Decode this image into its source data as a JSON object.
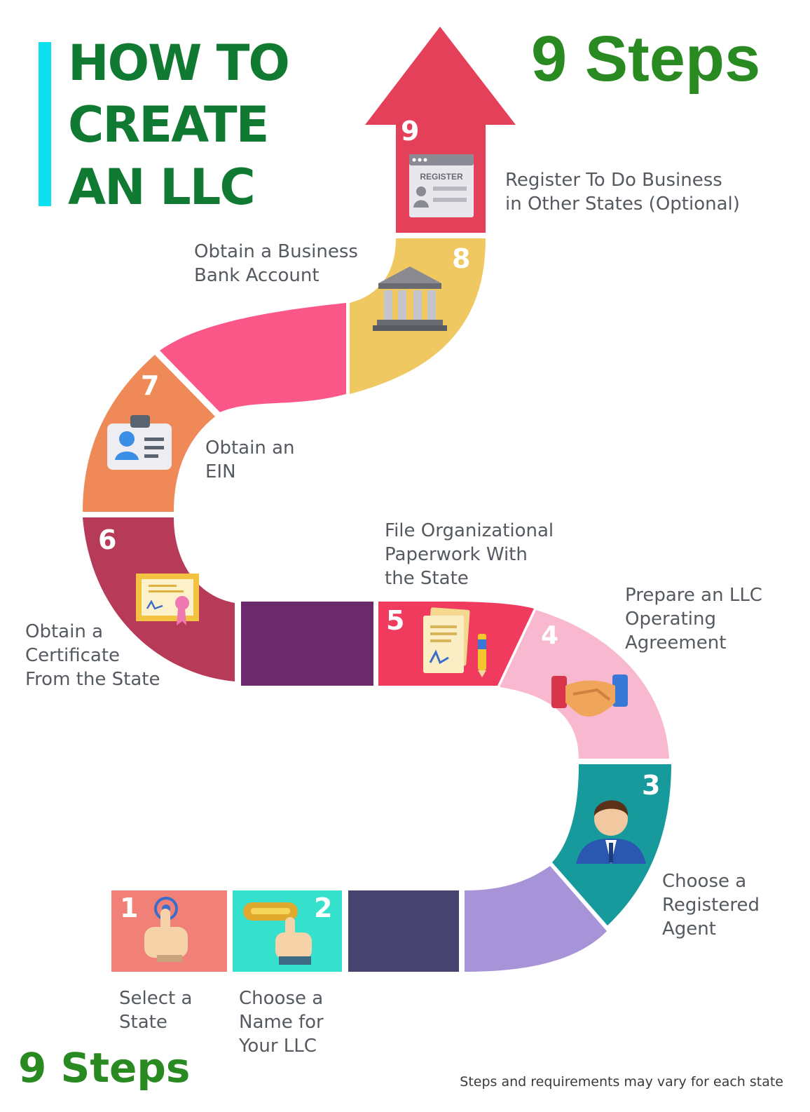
{
  "title_lines": [
    "HOW TO",
    "CREATE",
    "AN LLC"
  ],
  "steps_heading": "9 Steps",
  "steps_footer": "9 Steps",
  "footnote": "Steps and requirements may vary for each state",
  "steps": [
    {
      "number": "1",
      "label": "Select a\nState",
      "color": "#f08078",
      "icon": "pointing-hand-icon"
    },
    {
      "number": "2",
      "label": "Choose a\nName for\nYour LLC",
      "color": "#35e0cc",
      "icon": "hand-button-icon"
    },
    {
      "number": "3",
      "label": "Choose a\nRegistered\nAgent",
      "color": "#179a9c",
      "icon": "businessman-icon"
    },
    {
      "number": "4",
      "label": "Prepare an LLC\nOperating\nAgreement",
      "color": "#f8b8d0",
      "icon": "handshake-icon"
    },
    {
      "number": "5",
      "label": "File Organizational\nPaperwork With\nthe State",
      "color": "#f03a5e",
      "icon": "document-pen-icon"
    },
    {
      "number": "6",
      "label": "Obtain a\nCertificate\nFrom the State",
      "color": "#b73a58",
      "icon": "certificate-icon"
    },
    {
      "number": "7",
      "label": "Obtain an\nEIN",
      "color": "#ef8a58",
      "icon": "id-card-icon"
    },
    {
      "number": "8",
      "label": "Obtain a Business\nBank Account",
      "color": "#f0c862",
      "icon": "bank-icon"
    },
    {
      "number": "9",
      "label": "Register To Do Business\nin Other States (Optional)",
      "color": "#e4405a",
      "icon": "register-window-icon",
      "icon_text": "REGISTER"
    }
  ],
  "connector_colors": {
    "bottom_dark": "#474570",
    "lavender": "#a794d8",
    "purple": "#6a2a6c",
    "pink": "#fb5788"
  }
}
